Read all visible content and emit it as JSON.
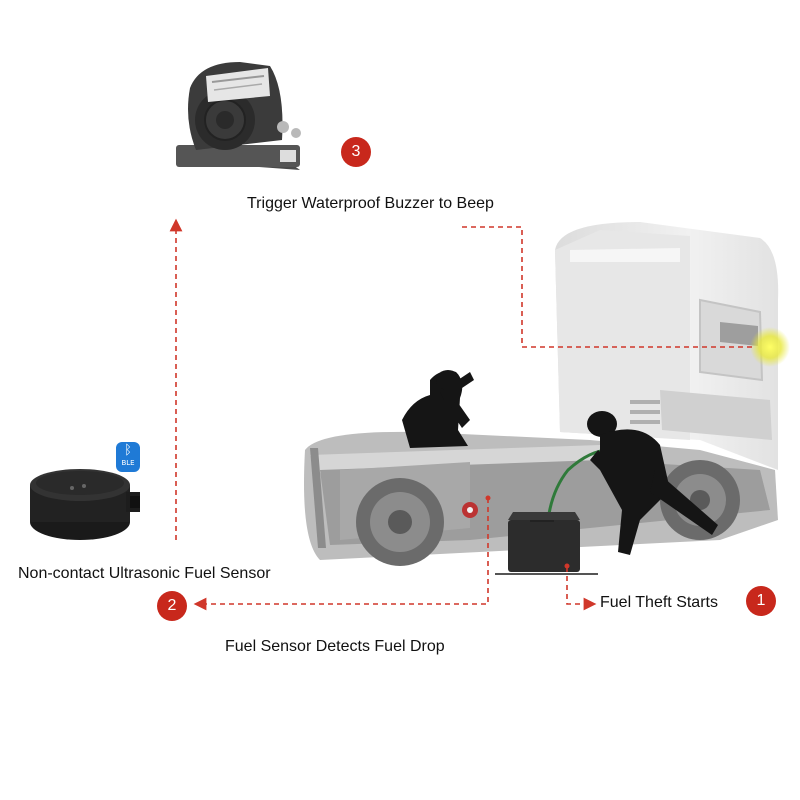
{
  "labels": {
    "buzzer": "Trigger Waterproof Buzzer to Beep",
    "sensor": "Non-contact Ultrasonic Fuel Sensor",
    "detect": "Fuel Sensor Detects Fuel Drop",
    "theft": "Fuel Theft Starts"
  },
  "steps": {
    "one": "1",
    "two": "2",
    "three": "3"
  },
  "ble_badge": {
    "symbol": "ᛒ",
    "text": "BLE"
  },
  "colors": {
    "step_badge": "#c8281c",
    "arrow": "#d0372a",
    "ble": "#1f7ad6",
    "truck_cab": "#e9e9e9",
    "truck_chassis": "#9a9a9a",
    "thief": "#151515",
    "hose": "#2f7a3a",
    "lamp": "#e8e83a"
  },
  "icons": [
    "buzzer-device-icon",
    "fuel-sensor-device-icon",
    "bluetooth-icon",
    "truck-illustration",
    "thief-figure-icon",
    "fuel-can-icon",
    "warning-lamp-icon"
  ]
}
